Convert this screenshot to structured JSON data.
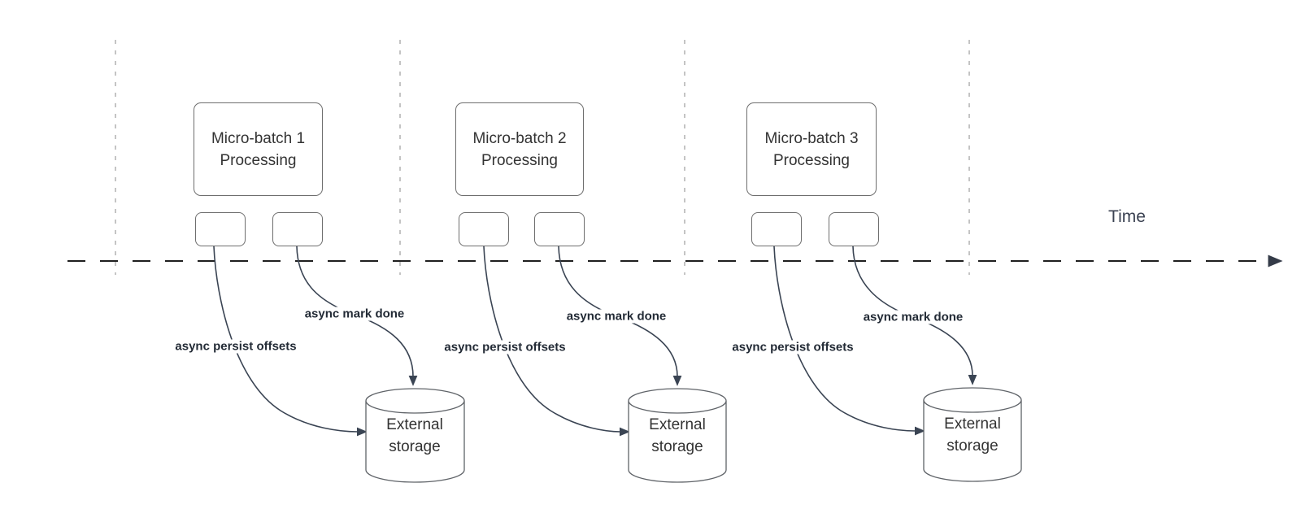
{
  "diagram": {
    "timeline": {
      "label": "Time"
    },
    "groups": [
      {
        "process_label": "Micro-batch 1\nProcessing",
        "persist_label": "async persist offsets",
        "mark_done_label": "async mark done",
        "storage_label": "External\nstorage"
      },
      {
        "process_label": "Micro-batch 2\nProcessing",
        "persist_label": "async persist offsets",
        "mark_done_label": "async mark done",
        "storage_label": "External\nstorage"
      },
      {
        "process_label": "Micro-batch 3\nProcessing",
        "persist_label": "async persist offsets",
        "mark_done_label": "async mark done",
        "storage_label": "External\nstorage"
      }
    ],
    "colors": {
      "arrow_stroke": "#3a4453",
      "timeline_stroke": "#1f1f1f",
      "guide_stroke": "#b0b0b0",
      "box_border": "#6e6e6e",
      "text": "#333333",
      "background": "#ffffff"
    }
  }
}
